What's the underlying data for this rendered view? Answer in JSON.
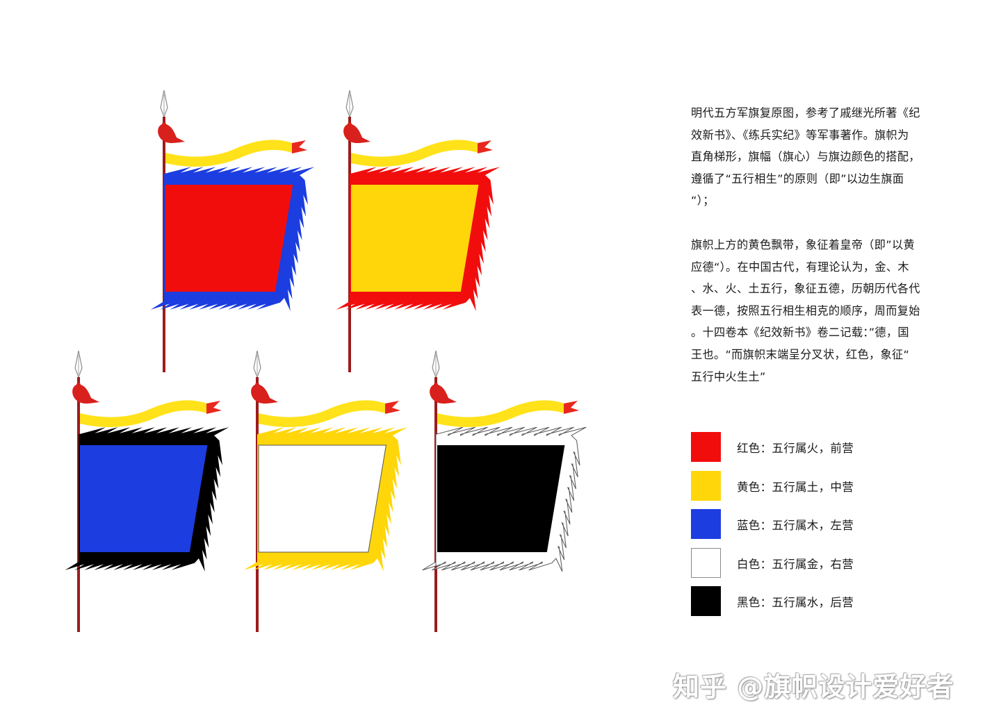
{
  "description": {
    "paragraph_1": "明代五方军旗复原图，参考了戚继光所著《纪\n效新书》、《练兵实纪》等军事著作。旗帜为\n直角梯形，旗幅（旗心）与旗边颜色的搭配，\n遵循了“五行相生”的原则（即”以边生旗面\n“）；",
    "paragraph_2": "旗帜上方的黄色飘带，象征着皇帝（即”以黄\n应德“）。在中国古代，有理论认为，金、木\n、水、火、土五行，象征五德，历朝历代各代\n表一德，按照五行相生相克的顺序，周而复始\n。十四卷本《纪效新书》卷二记载：”德，国\n王也。“而旗帜末端呈分叉状，红色，象征“\n五行中火生土”"
  },
  "legend": [
    {
      "color": "#F20D0D",
      "label": "红色：五行属火，前营"
    },
    {
      "color": "#FFD60A",
      "label": "黄色：五行属土，中营"
    },
    {
      "color": "#1C3DE0",
      "label": "蓝色：五行属木，左营"
    },
    {
      "color": "#FFFFFF",
      "label": "白色：五行属金，右营"
    },
    {
      "color": "#000000",
      "label": "黑色：五行属水，后营"
    }
  ],
  "flags": [
    {
      "name": "red-field-flag",
      "field": "#F20D0D",
      "border": "#1C3DE0"
    },
    {
      "name": "yellow-field-flag",
      "field": "#FFD60A",
      "border": "#F20D0D"
    },
    {
      "name": "blue-field-flag",
      "field": "#1C3DE0",
      "border": "#000000"
    },
    {
      "name": "white-field-flag",
      "field": "#FFFFFF",
      "border": "#FFD60A"
    },
    {
      "name": "black-field-flag",
      "field": "#000000",
      "border": "#FFFFFF"
    }
  ],
  "colors": {
    "pole": "#9B1C1C",
    "streamer": "#FFE21A",
    "streamer_tail": "#E8281E",
    "tassel": "#D8201C",
    "spear": "#8C8C8C"
  },
  "watermark": "知乎 @旗帜设计爱好者"
}
